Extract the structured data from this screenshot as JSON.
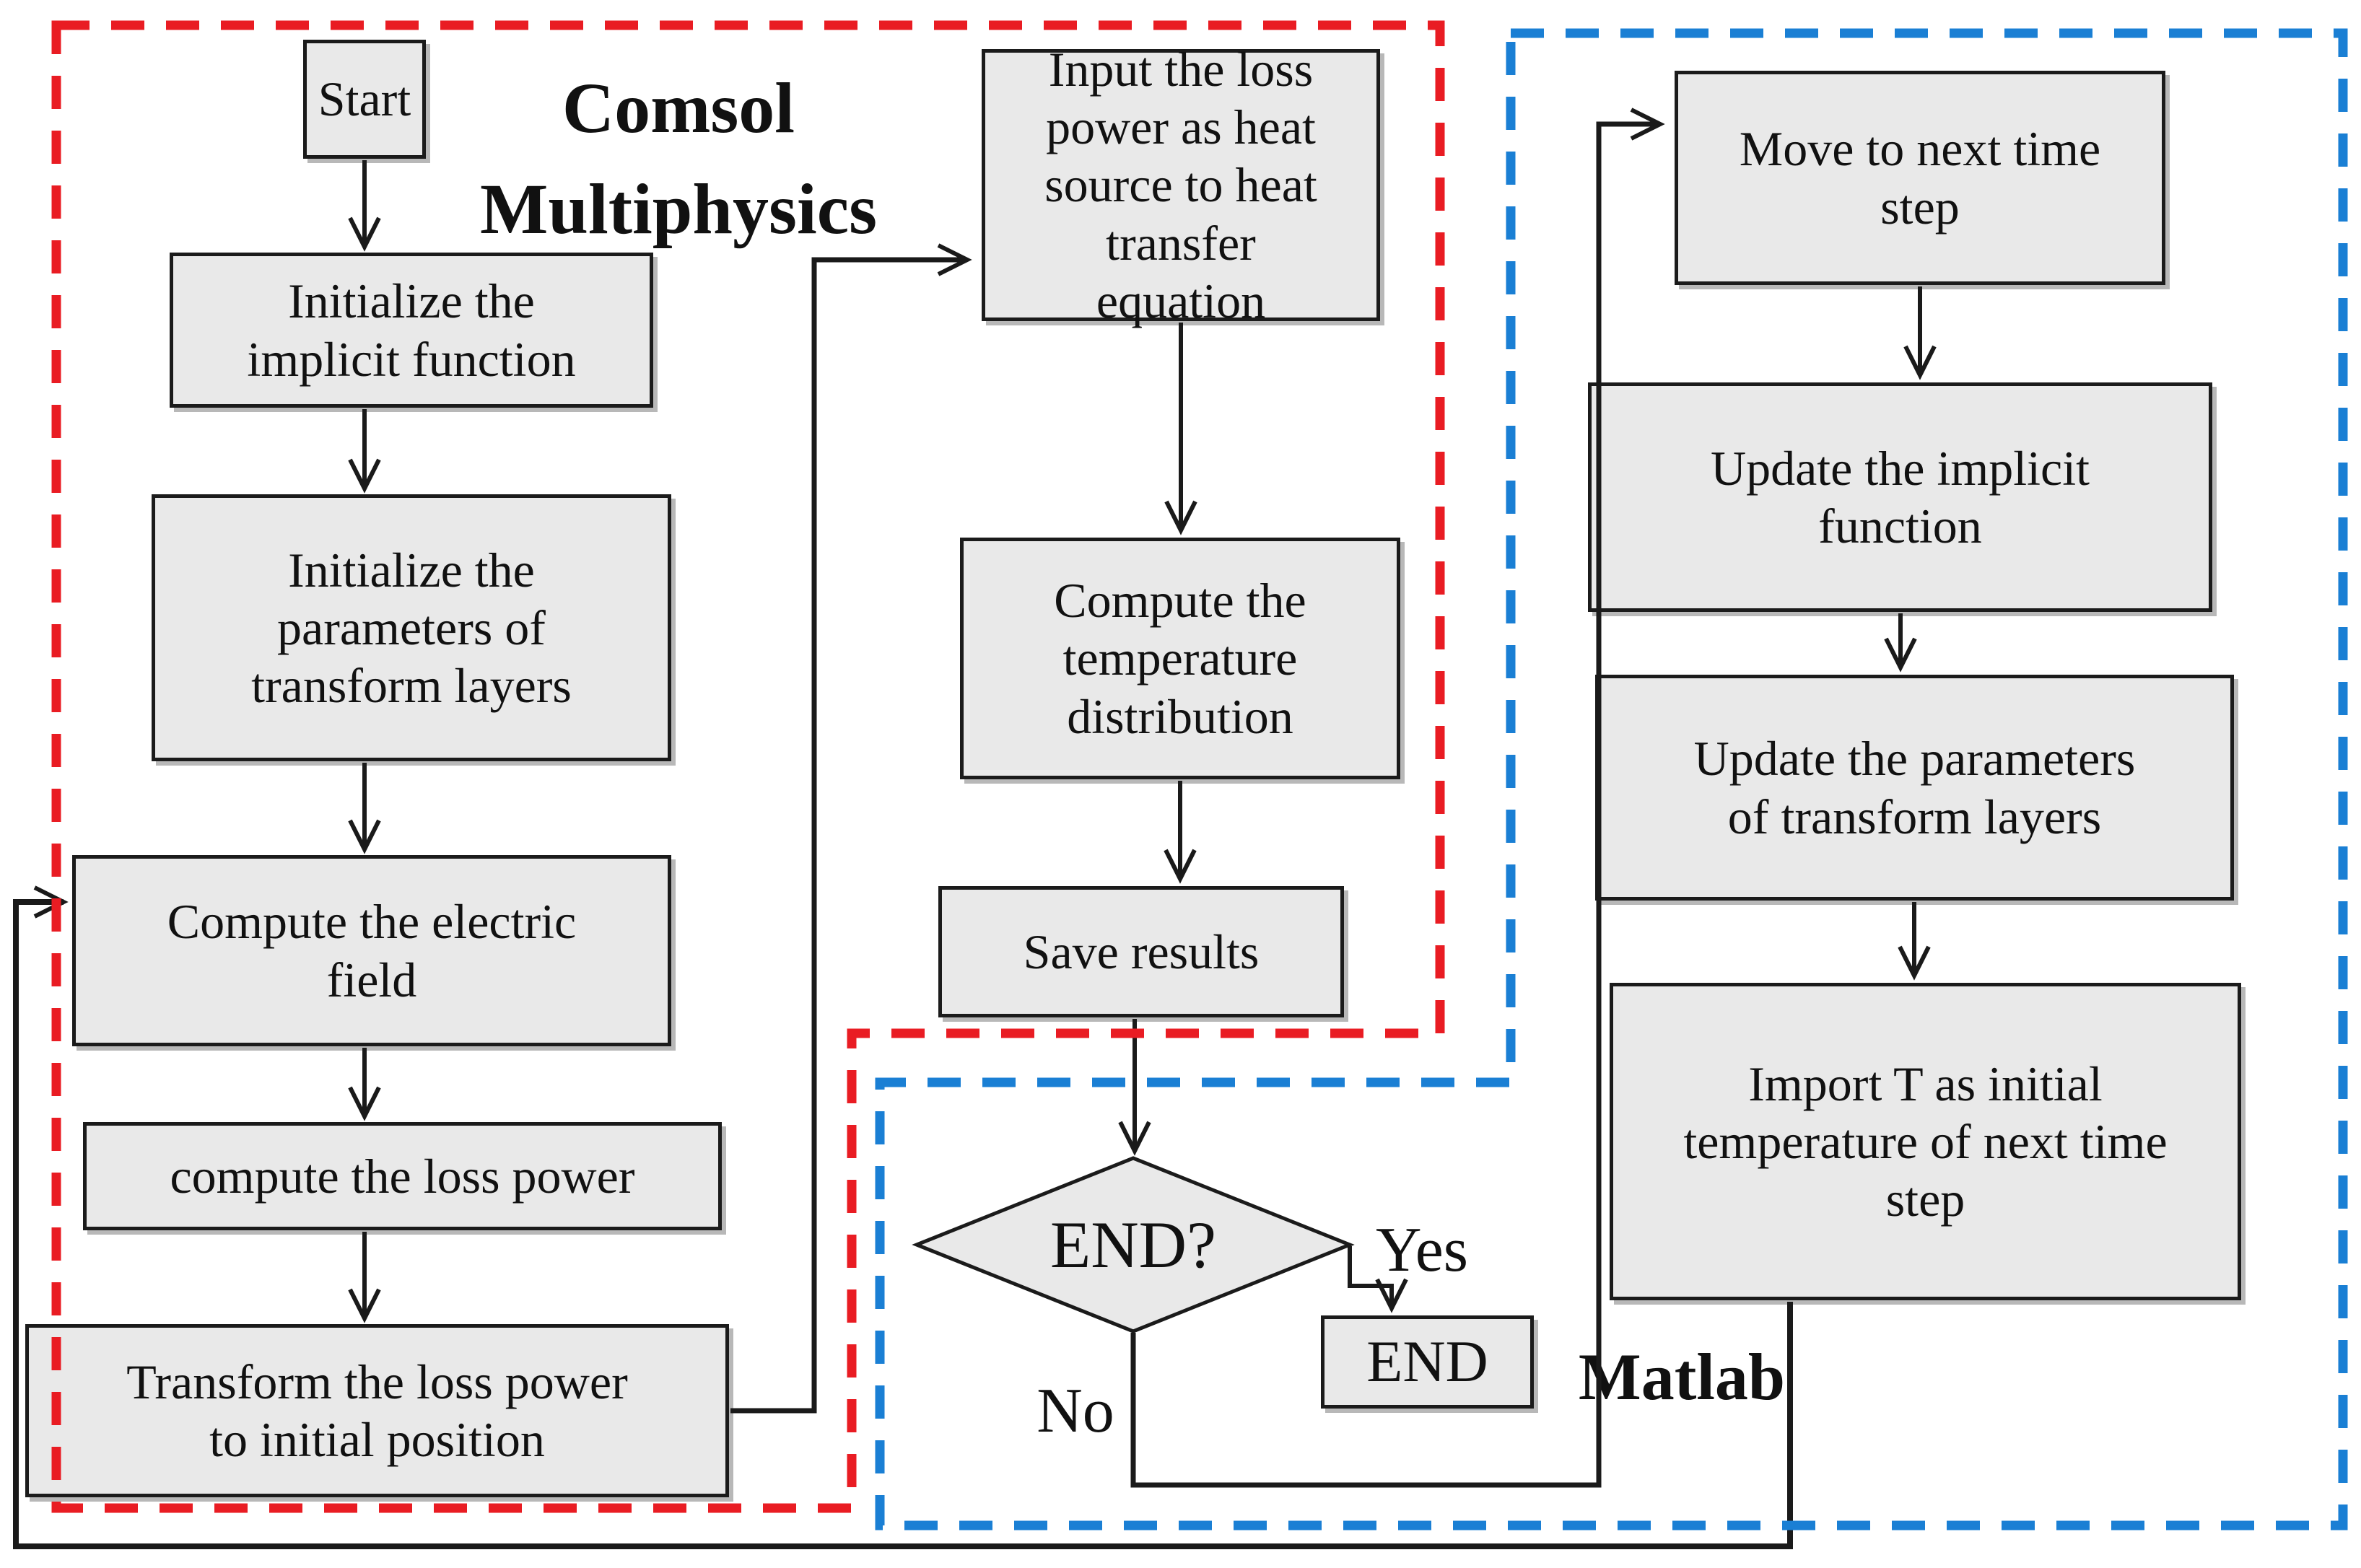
{
  "diagram": {
    "titles": {
      "comsol": "Comsol\nMultiphysics",
      "matlab": "Matlab"
    },
    "nodes": {
      "start": {
        "label": "Start"
      },
      "init_implicit": {
        "label": "Initialize the\nimplicit function"
      },
      "init_params": {
        "label": "Initialize the\nparameters of\ntransform layers"
      },
      "compute_field": {
        "label": "Compute the electric\nfield"
      },
      "compute_loss": {
        "label": "compute the loss power"
      },
      "transform_loss": {
        "label": "Transform the loss power\nto initial position"
      },
      "input_loss": {
        "label": "Input the loss\npower as heat\nsource to heat\ntransfer\nequation"
      },
      "compute_temp": {
        "label": "Compute the\ntemperature\ndistribution"
      },
      "save_results": {
        "label": "Save results"
      },
      "move_step": {
        "label": "Move to next time\nstep"
      },
      "update_implicit": {
        "label": "Update the implicit\nfunction"
      },
      "update_params": {
        "label": "Update the parameters\nof transform layers"
      },
      "import_t": {
        "label": "Import T as initial\ntemperature of next time\nstep"
      }
    },
    "decision": {
      "label": "END?",
      "yes_label": "Yes",
      "no_label": "No",
      "end_label": "END"
    },
    "colors": {
      "comsol_region_border": "#e91c23",
      "matlab_region_border": "#1a7fd4",
      "node_fill": "#e9e9e9",
      "line": "#1a1a1a"
    }
  }
}
